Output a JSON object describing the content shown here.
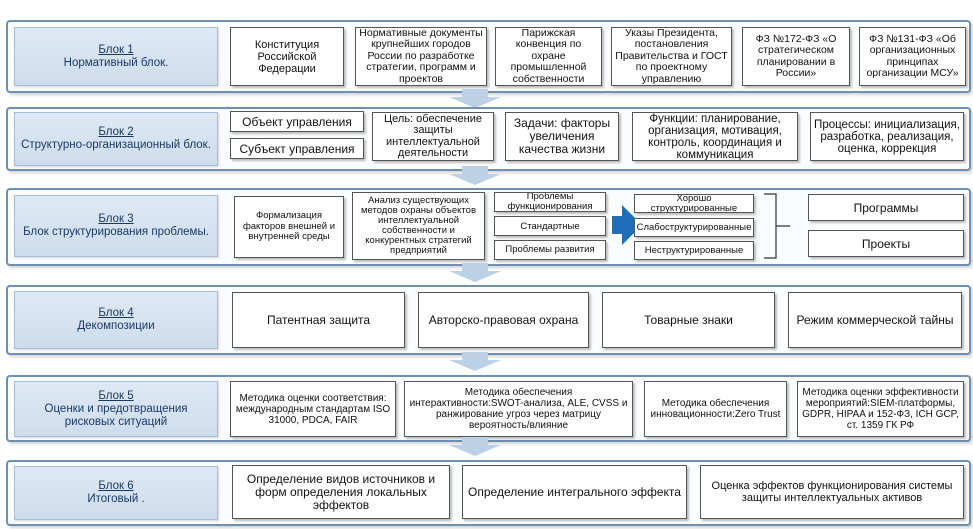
{
  "block1": {
    "title": "Блок 1",
    "subtitle": "Нормативный блок.",
    "items": [
      "Конституция Российской Федерации",
      "Нормативные документы крупнейших городов России по разработке стратегии, программ и проектов",
      "Парижская конвенция по охране промышленной собственности",
      "Указы Президента, постановления Правительства и ГОСТ по проектному управлению",
      "ФЗ №172-ФЗ «О стратегическом планировании в России»",
      "ФЗ №131-ФЗ «Об организационных принципах организации МСУ»"
    ]
  },
  "block2": {
    "title": "Блок 2",
    "subtitle": "Структурно-организационный блок.",
    "object": "Объект управления",
    "subject": "Субъект управления",
    "goal": "Цель: обеспечение защиты интеллектуальной деятельности",
    "tasks": "Задачи: факторы увеличения качества жизни",
    "functions": "Функции: планирование, организация, мотивация, контроль, координация и коммуникация",
    "processes": "Процессы: инициализация, разработка, реализация, оценка, коррекция"
  },
  "block3": {
    "title": "Блок 3",
    "subtitle": "Блок структурирования проблемы.",
    "formalization": "Формализация факторов внешней и внутренней среды",
    "analysis": "Анализ существующих методов охраны объектов интеллектуальной собственности и конкурентных стратегий предприятий",
    "problems": [
      "Проблемы функционирования",
      "Стандартные",
      "Проблемы развития"
    ],
    "structured": [
      "Хорошо структурированные",
      "Слабоструктурированные",
      "Неструктурированные"
    ],
    "outputs": [
      "Программы",
      "Проекты"
    ]
  },
  "block4": {
    "title": "Блок 4",
    "subtitle": "Декомпозиции",
    "items": [
      "Патентная защита",
      "Авторско-правовая охрана",
      "Товарные знаки",
      "Режим коммерческой тайны"
    ]
  },
  "block5": {
    "title": "Блок 5",
    "subtitle": "Оценки и предотвращения рисковых ситуаций",
    "items": [
      "Методика оценки соответствия: международным стандартам ISO 31000, PDCA, FAIR",
      "Методика обеспечения интерактивности:SWOT-анализа, ALE, CVSS и ранжирование угроз через матрицу вероятность/влияние",
      "Методика обеспечения инновационности:Zero Trust",
      "Методика оценки эффективности мероприятий:SIEM-платформы, GDPR, HIPAA и 152-ФЗ, ICH GCP, ст. 1359 ГК РФ"
    ]
  },
  "block6": {
    "title": "Блок 6",
    "subtitle": "Итоговый .",
    "items": [
      "Определение видов источников и форм определения локальных эффектов",
      "Определение интегрального эффекта",
      "Оценка эффектов функционирования системы защиты интеллектуальных активов"
    ]
  }
}
